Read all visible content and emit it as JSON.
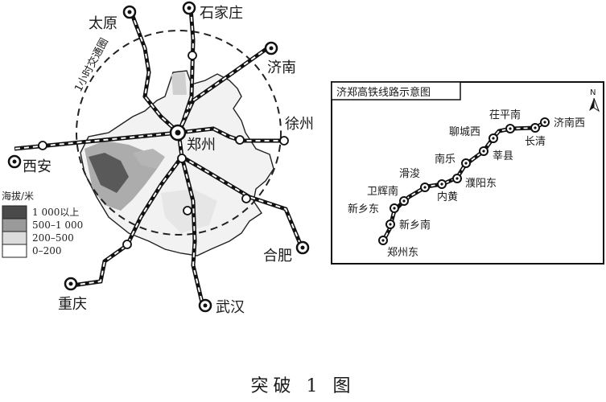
{
  "main_map": {
    "center_city": "郑州",
    "circle_label": "1小时交通圈",
    "cities": [
      {
        "name": "太原"
      },
      {
        "name": "石家庄"
      },
      {
        "name": "济南"
      },
      {
        "name": "徐州"
      },
      {
        "name": "合肥"
      },
      {
        "name": "武汉"
      },
      {
        "name": "重庆"
      },
      {
        "name": "西安"
      }
    ]
  },
  "legend": {
    "title": "海拔/米",
    "items": [
      {
        "label": "1 000以上",
        "color": "#4a4a4a"
      },
      {
        "label": "500–1 000",
        "color": "#9a9a9a"
      },
      {
        "label": "200–500",
        "color": "#dcdcdc"
      },
      {
        "label": "0–200",
        "color": "#ffffff"
      }
    ]
  },
  "inset": {
    "title": "济郑高铁线路示意图",
    "north_label": "N",
    "stations": [
      {
        "name": "济南西"
      },
      {
        "name": "长清"
      },
      {
        "name": "茌平南"
      },
      {
        "name": "聊城西"
      },
      {
        "name": "莘县"
      },
      {
        "name": "南乐"
      },
      {
        "name": "濮阳东"
      },
      {
        "name": "内黄"
      },
      {
        "name": "滑浚"
      },
      {
        "name": "卫辉南"
      },
      {
        "name": "新乡东"
      },
      {
        "name": "新乡南"
      },
      {
        "name": "郑州东"
      }
    ]
  },
  "caption": "突破 1 图"
}
